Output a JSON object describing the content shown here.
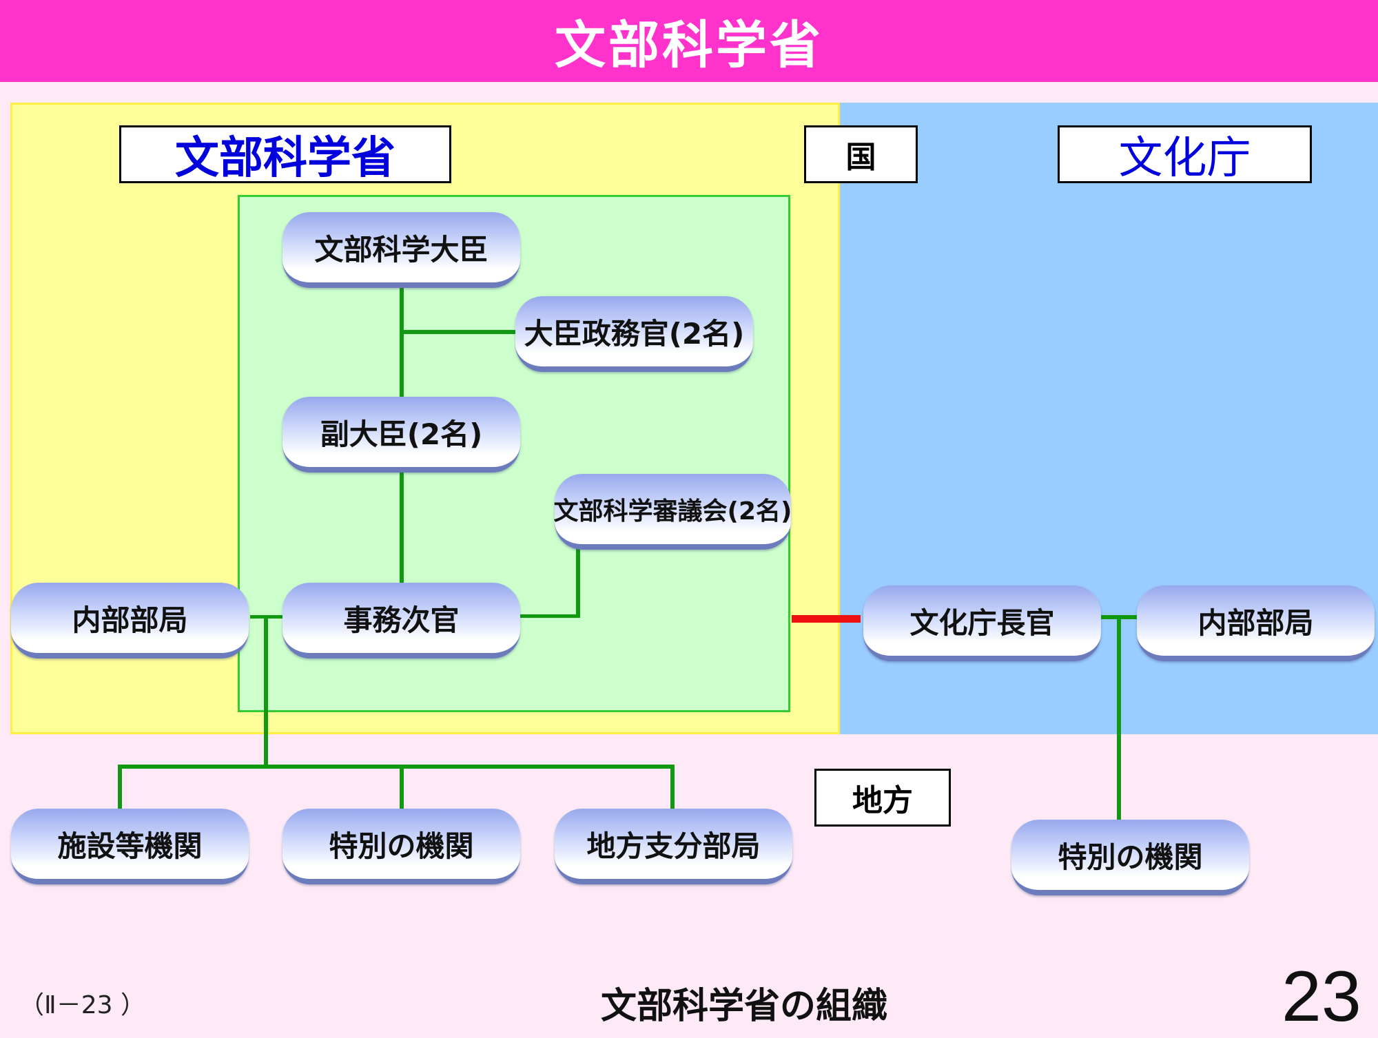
{
  "header": {
    "title": "文部科学省"
  },
  "labels": {
    "ministry": "文部科学省",
    "national": "国",
    "agency": "文化庁",
    "regional": "地方"
  },
  "nodes": {
    "minister": "文部科学大臣",
    "parliamentary_vice_ministers": "大臣政務官(2名)",
    "senior_vice_ministers": "副大臣(2名)",
    "council": "文部科学審議会(2名)",
    "vice_minister": "事務次官",
    "ministry_internal_bureaus": "内部部局",
    "facilities": "施設等機関",
    "special_organs": "特別の機関",
    "regional_branch_bureaus": "地方支分部局",
    "agency_commissioner": "文化庁長官",
    "agency_internal_bureaus": "内部部局",
    "agency_special_organs": "特別の機関"
  },
  "footer": {
    "code": "（Ⅱ－23 ）",
    "title": "文部科学省の組織",
    "page_number": "23"
  },
  "colors": {
    "header": "#ff33cc",
    "ministry_region": "#ffff99",
    "agency_region": "#99ccff",
    "inner_region": "#ccffcc",
    "connector": "#119911",
    "agency_link": "#ee1111",
    "label_text_blue": "#0000dd"
  }
}
